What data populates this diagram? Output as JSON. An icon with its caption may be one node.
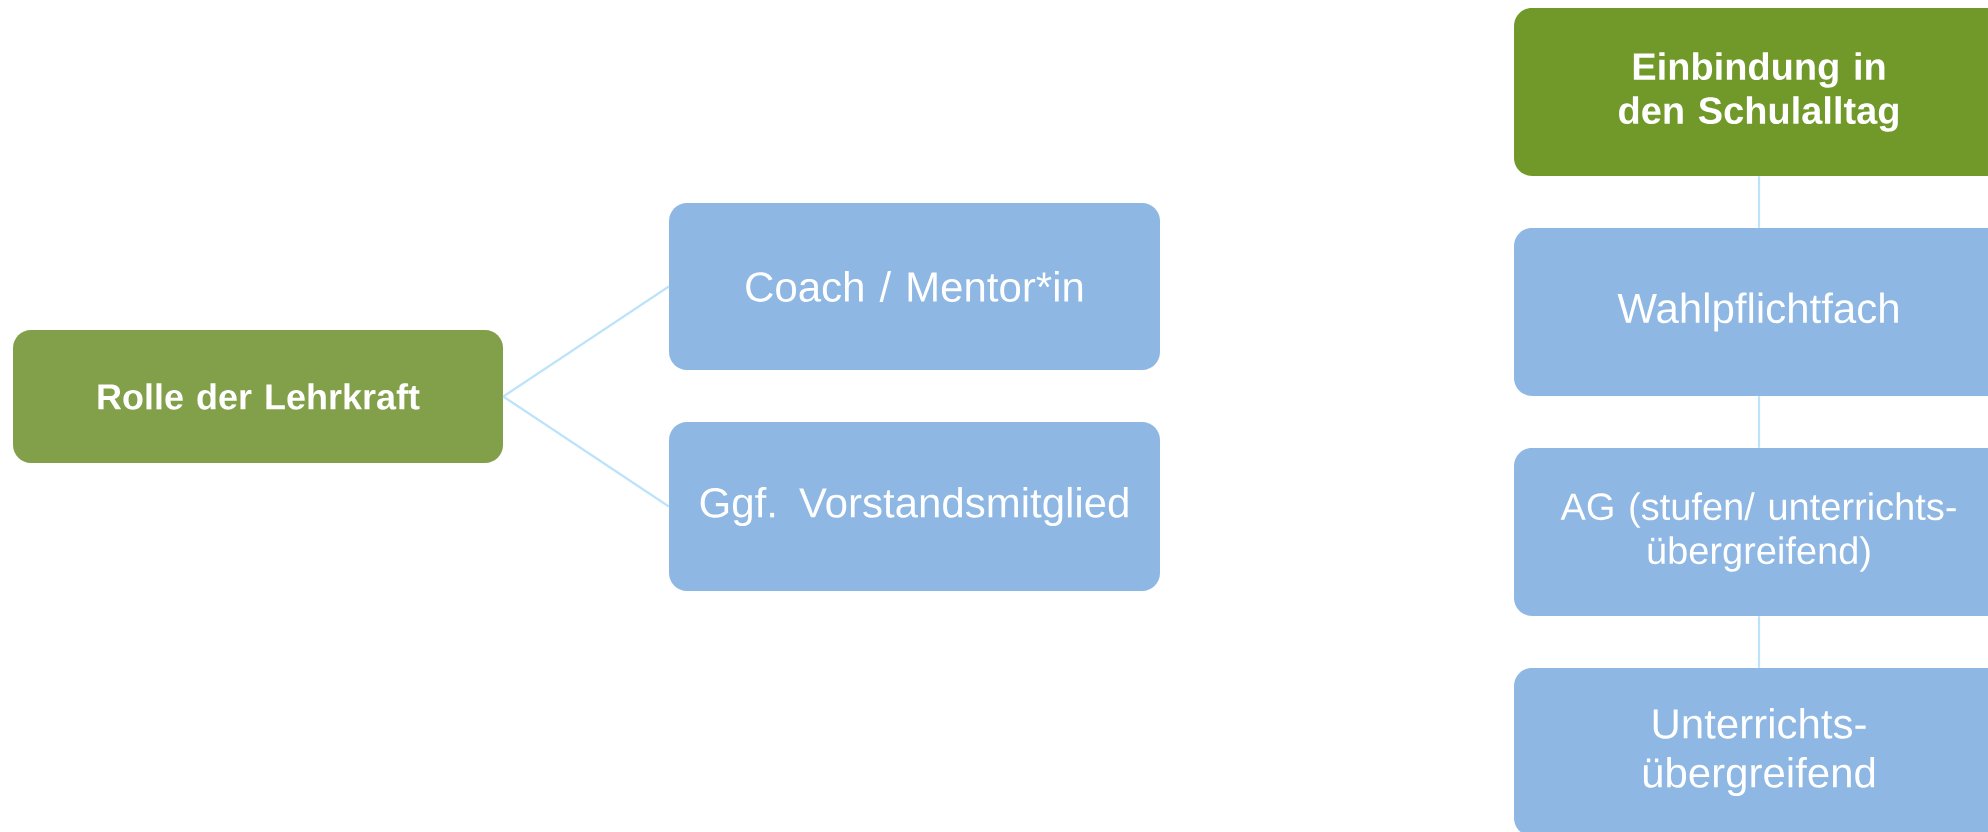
{
  "diagram": {
    "nodes": [
      {
        "text": [
          "Rolle der Lehrkraft"
        ]
      },
      {
        "text": [
          "Coach / Mentor*in"
        ]
      },
      {
        "text": [
          "Ggf. Vorstandsmitglied"
        ]
      },
      {
        "text": [
          "Einbindung in den Schulalltag"
        ]
      },
      {
        "text": [
          "Wahlpflichtfach"
        ]
      },
      {
        "text": [
          "AG (stufen/ unterrichts- übergreifend)"
        ]
      },
      {
        "text": [
          "Unterrichts- übergreifend"
        ]
      }
    ],
    "edges": [
      {
        "from": 0,
        "to": 1,
        "arrow": "none"
      },
      {
        "from": 0,
        "to": 2,
        "arrow": "none"
      },
      {
        "from": 3,
        "to": 4,
        "arrow": "none"
      },
      {
        "from": 4,
        "to": 5,
        "arrow": "none"
      },
      {
        "from": 5,
        "to": 6,
        "arrow": "none"
      }
    ]
  }
}
